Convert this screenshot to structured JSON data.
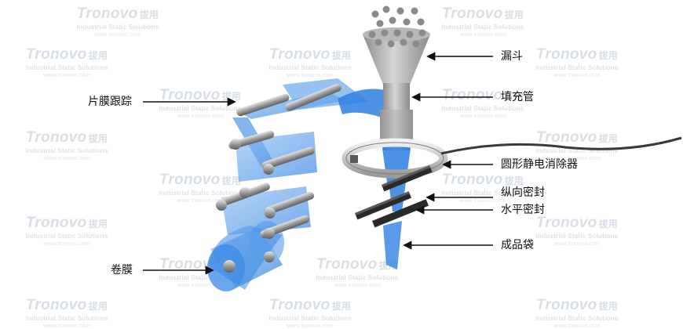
{
  "watermark": {
    "brand": "Tronovo",
    "brand_cn": "拔用",
    "tagline": "Industrial Static Solutions",
    "url": "www.tronovo.com"
  },
  "labels": {
    "funnel": "漏斗",
    "fill_tube": "填充管",
    "static_eliminator": "圆形静电消除器",
    "vertical_seal": "纵向密封",
    "horizontal_seal": "水平密封",
    "finished_bag": "成品袋",
    "film_tracking": "片膜跟踪",
    "film_roll": "卷膜"
  },
  "colors": {
    "film_blue": "#2f7fe0",
    "film_light": "#9cc6f2",
    "metal": "#a9a9a9",
    "seal_jaw": "#2a2a2a",
    "granule": "#8a8a8a"
  }
}
